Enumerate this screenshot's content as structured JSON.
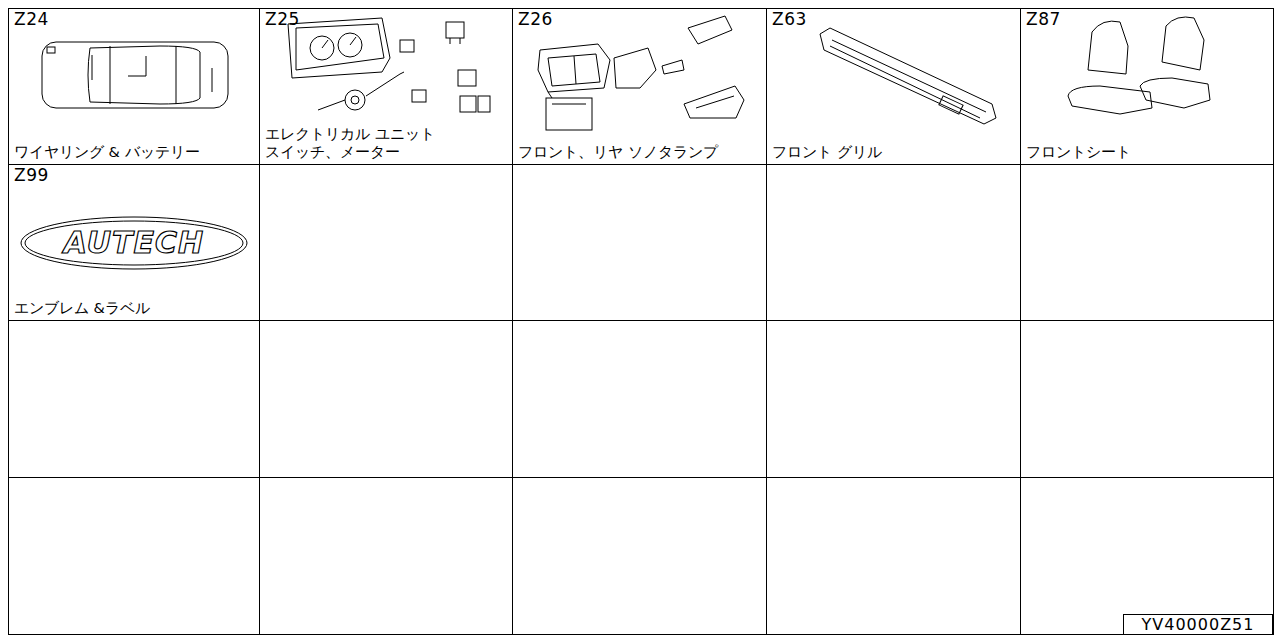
{
  "diagram": {
    "nodes": [
      {
        "text": [
          "Z24",
          "ワイヤリング & バッテリー"
        ]
      },
      {
        "text": [
          "Z25",
          "エレクトリカル ユニット スイッチ、メーター"
        ]
      },
      {
        "text": [
          "Z26",
          "フロント、リヤ ソノタランプ"
        ]
      },
      {
        "text": [
          "Z63",
          "フロント グリル"
        ]
      },
      {
        "text": [
          "Z87",
          "フロントシート"
        ]
      },
      {
        "text": [
          "Z99",
          "エンブレム &ラベル"
        ]
      },
      {
        "text": [
          "AUTECH"
        ],
        "in": 5
      },
      {
        "text": [
          "YV40000Z51"
        ]
      }
    ]
  }
}
